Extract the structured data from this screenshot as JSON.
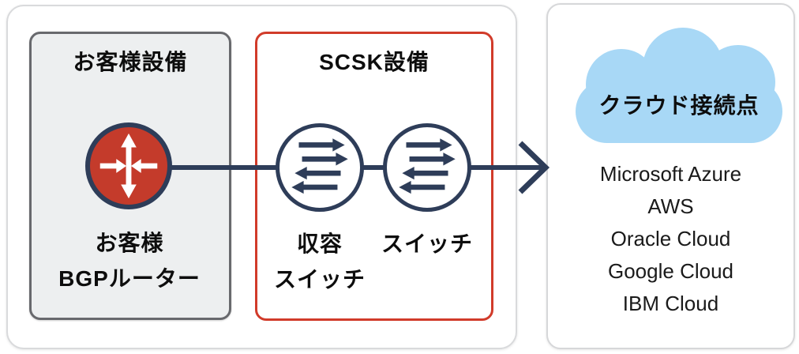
{
  "diagram": {
    "customer_box": {
      "title": "お客様設備",
      "router_label_line1": "お客様",
      "router_label_line2": "BGPルーター"
    },
    "scsk_box": {
      "title": "SCSK設備",
      "switch1_label_line1": "収容",
      "switch1_label_line2": "スイッチ",
      "switch2_label": "スイッチ"
    },
    "cloud_panel": {
      "badge": "クラウド接続点",
      "providers": [
        "Microsoft Azure",
        "AWS",
        "Oracle Cloud",
        "Google Cloud",
        "IBM Cloud"
      ]
    },
    "icons": {
      "router": "router-crossed-arrows-icon",
      "switch": "switch-bidirectional-arrows-icon",
      "cloud": "cloud-icon",
      "connector": "arrow-right-icon"
    },
    "colors": {
      "navy": "#2e3d59",
      "router_red": "#c43b2b",
      "scsk_border_red": "#d13b2a",
      "customer_box_fill": "#edeff0",
      "customer_box_border": "#68696d",
      "cloud_blue": "#a8d8f6",
      "panel_border": "#d6d7d9",
      "text": "#111111"
    }
  }
}
